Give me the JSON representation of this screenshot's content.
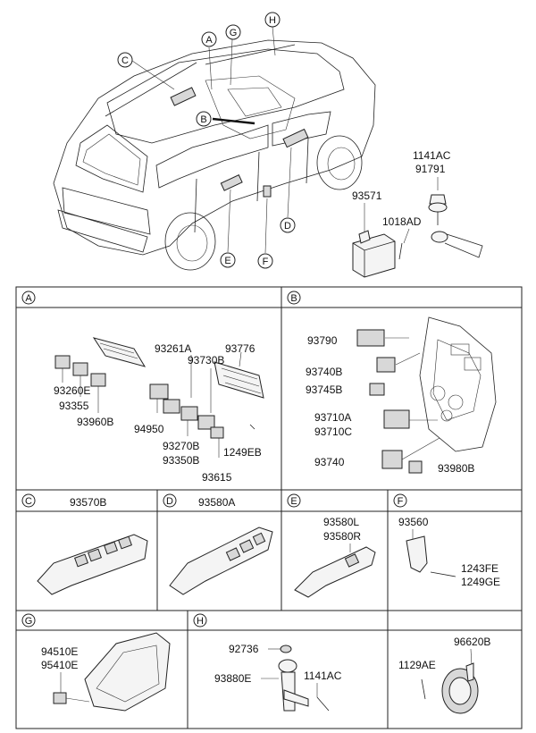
{
  "top": {
    "callouts": [
      "A",
      "G",
      "H",
      "C",
      "B",
      "E",
      "F",
      "D"
    ],
    "parts": {
      "p93571": "93571",
      "p1141ac": "1141AC",
      "p91791": "91791",
      "p1018ad": "1018AD"
    }
  },
  "sections": {
    "A": {
      "letter": "A",
      "parts": [
        "93261A",
        "93776",
        "93730B",
        "93260E",
        "93355",
        "93960B",
        "94950",
        "93270B",
        "93350B",
        "1249EB",
        "93615"
      ]
    },
    "B": {
      "letter": "B",
      "parts": [
        "93790",
        "93740B",
        "93745B",
        "93710A",
        "93710C",
        "93740",
        "93980B"
      ]
    },
    "C": {
      "letter": "C",
      "part": "93570B"
    },
    "D": {
      "letter": "D",
      "part": "93580A"
    },
    "E": {
      "letter": "E",
      "parts": [
        "93580L",
        "93580R"
      ]
    },
    "F": {
      "letter": "F",
      "parts": [
        "93560",
        "1243FE",
        "1249GE"
      ]
    },
    "G": {
      "letter": "G",
      "parts": [
        "94510E",
        "95410E"
      ]
    },
    "H": {
      "letter": "H",
      "parts": [
        "92736",
        "93880E",
        "1141AC"
      ]
    },
    "X": {
      "parts": [
        "96620B",
        "1129AE"
      ]
    }
  }
}
